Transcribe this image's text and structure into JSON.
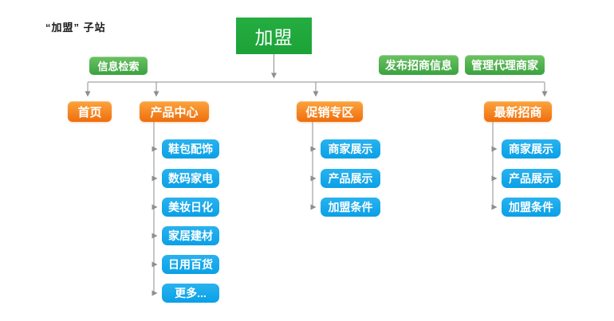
{
  "title": "“加盟” 子站",
  "root_node": {
    "label": "加盟"
  },
  "action_buttons": {
    "info_search": "信息检索",
    "publish_info": "发布招商信息",
    "manage_agents": "管理代理商家"
  },
  "branches": [
    {
      "label": "首页",
      "children": []
    },
    {
      "label": "产品中心",
      "children": [
        "鞋包配饰",
        "数码家电",
        "美妆日化",
        "家居建材",
        "日用百货",
        "更多..."
      ]
    },
    {
      "label": "促销专区",
      "children": [
        "商家展示",
        "产品展示",
        "加盟条件"
      ]
    },
    {
      "label": "最新招商",
      "children": [
        "商家展示",
        "产品展示",
        "加盟条件"
      ]
    }
  ],
  "colors": {
    "root_green": "#1ea83b",
    "button_green_top": "#6cc263",
    "button_green_bottom": "#3aa23f",
    "node_orange_top": "#fba43e",
    "node_orange_bottom": "#ef6e0e",
    "node_blue": "#10a6ea",
    "connector_gray": "#8e8e8e",
    "background": "#ffffff"
  }
}
